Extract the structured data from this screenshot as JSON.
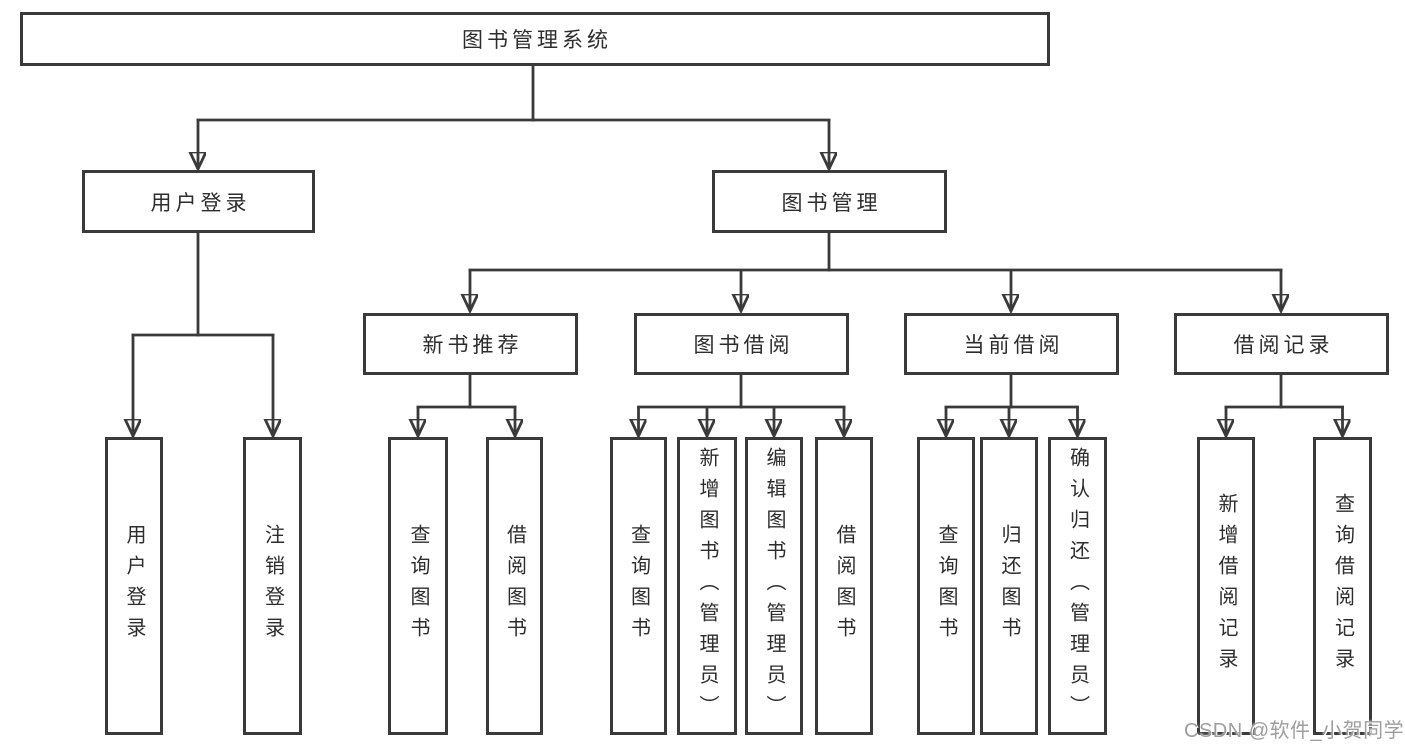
{
  "nodes": {
    "root": {
      "label": "图书管理系统"
    },
    "login": {
      "label": "用户登录",
      "children": [
        {
          "label": "用户登录"
        },
        {
          "label": "注销登录"
        }
      ]
    },
    "manage": {
      "label": "图书管理",
      "children": [
        {
          "label": "新书推荐",
          "children": [
            {
              "label": "查询图书"
            },
            {
              "label": "借阅图书"
            }
          ]
        },
        {
          "label": "图书借阅",
          "children": [
            {
              "label": "查询图书"
            },
            {
              "label": "新增图书（管理员）"
            },
            {
              "label": "编辑图书（管理员）"
            },
            {
              "label": "借阅图书"
            }
          ]
        },
        {
          "label": "当前借阅",
          "children": [
            {
              "label": "查询图书"
            },
            {
              "label": "归还图书"
            },
            {
              "label": "确认归还（管理员）"
            }
          ]
        },
        {
          "label": "借阅记录",
          "children": [
            {
              "label": "新增借阅记录"
            },
            {
              "label": "查询借阅记录"
            }
          ]
        }
      ]
    }
  },
  "watermark": {
    "text": "CSDN @软件_小贺同学"
  },
  "colors": {
    "line": "#3a3a3a",
    "text": "#2d2d2d",
    "background": "#ffffff",
    "watermark": "#9e9e9e"
  }
}
